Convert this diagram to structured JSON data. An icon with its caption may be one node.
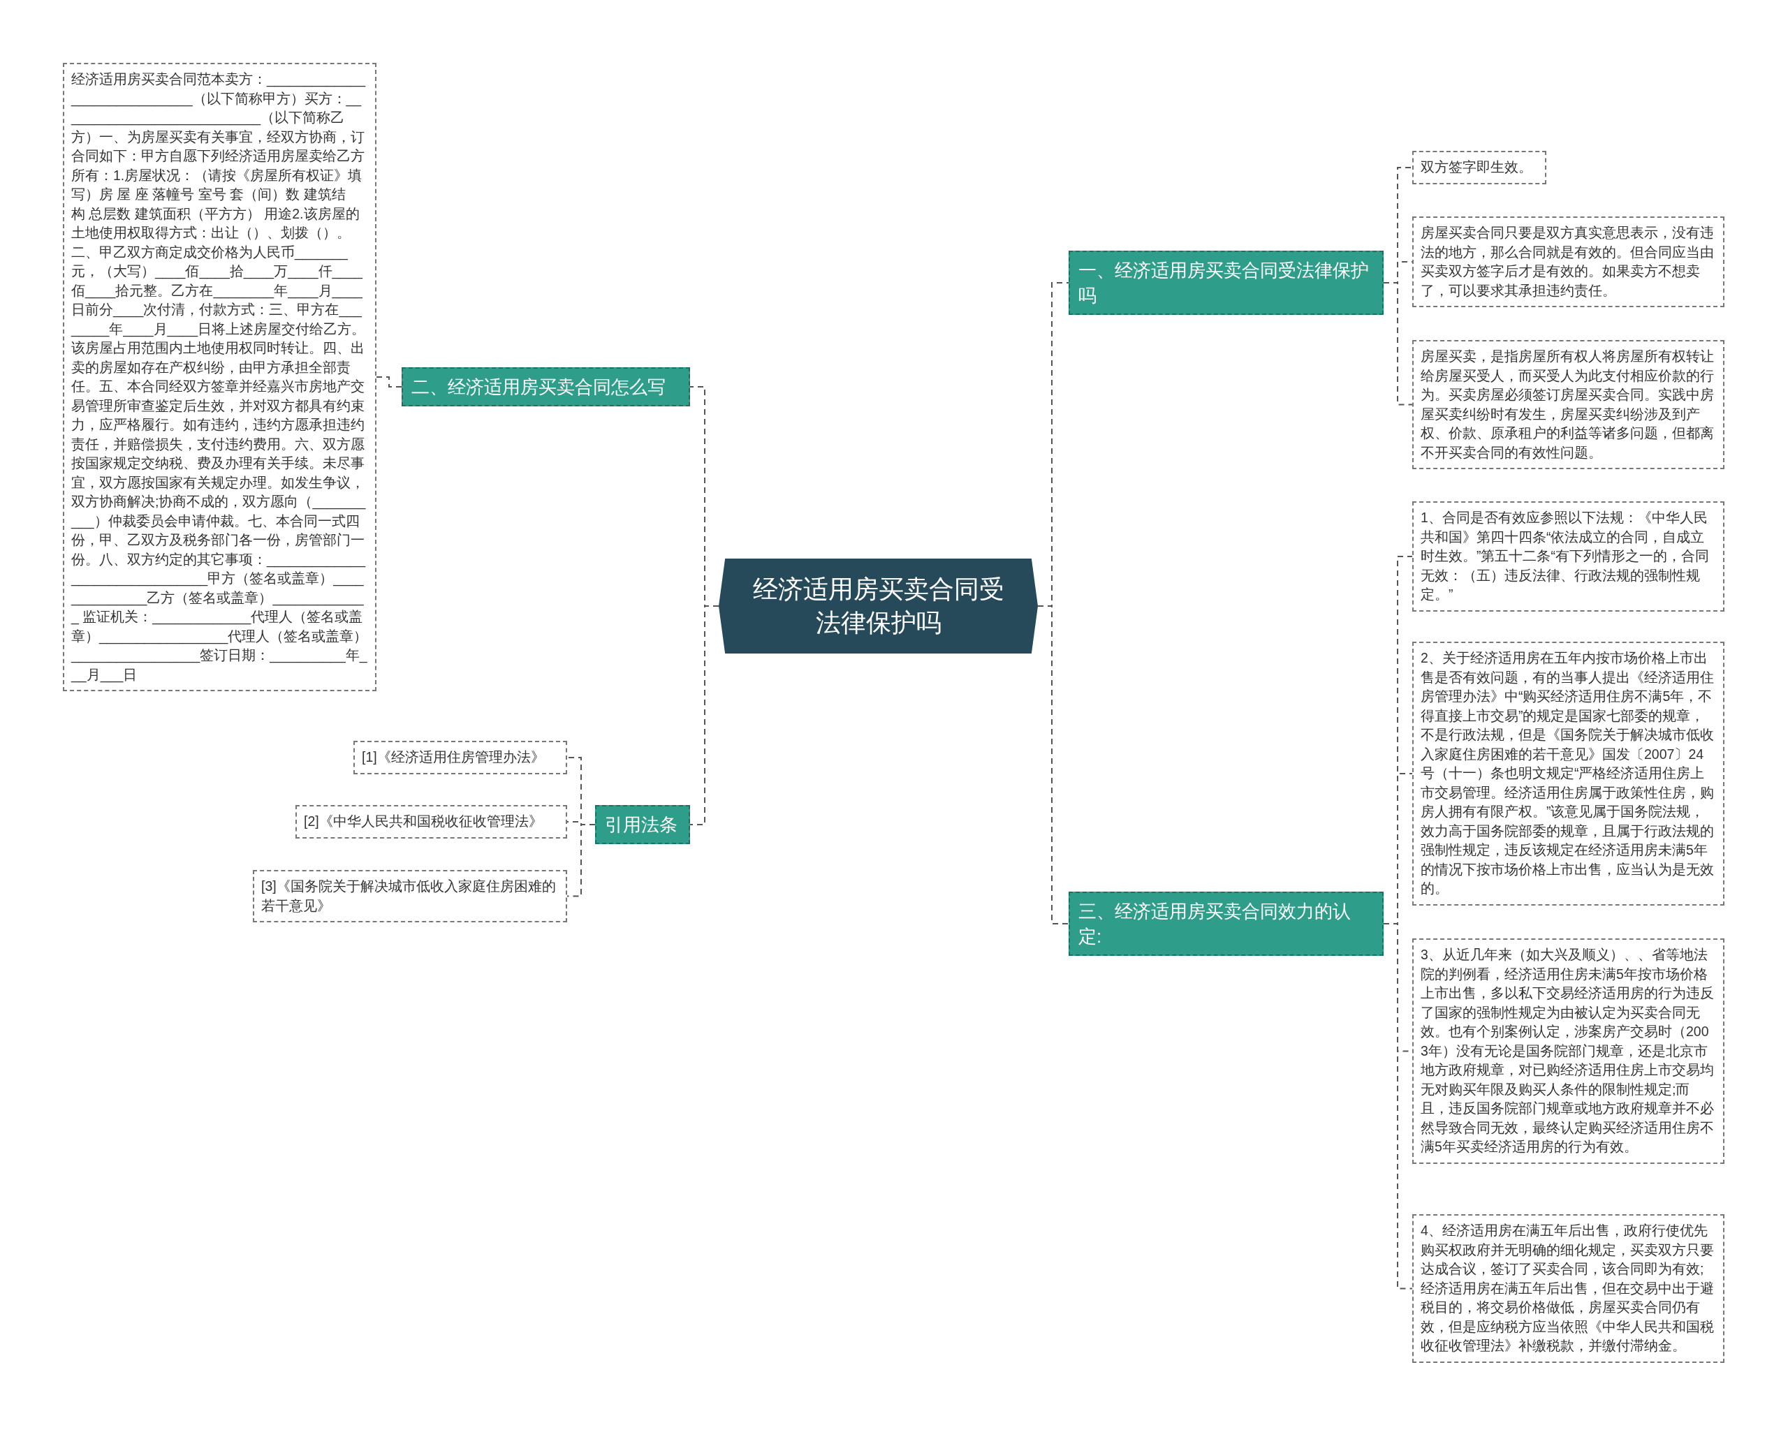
{
  "diagram": {
    "nodes": [
      {
        "text": [
          "经济适用房买卖合同受法律保护吗"
        ]
      },
      {
        "text": [
          "一、经济适用房买卖合同受法律保护吗"
        ]
      },
      {
        "text": [
          "双方签字即生效。"
        ]
      },
      {
        "text": [
          "房屋买卖合同只要是双方真实意思表示，没有违法的地方，那么合同就是有效的。但合同应当由买卖双方签字后才是有效的。如果卖方不想卖了，可以要求其承担违约责任。"
        ]
      },
      {
        "text": [
          "房屋买卖，是指房屋所有权人将房屋所有权转让给房屋买受人，而买受人为此支付相应价款的行为。买卖房屋必须签订房屋买卖合同。实践中房屋买卖纠纷时有发生，房屋买卖纠纷涉及到产权、价款、原承租户的利益等诸多问题，但都离不开买卖合同的有效性问题。"
        ]
      },
      {
        "text": [
          "二、经济适用房买卖合同怎么写"
        ]
      },
      {
        "text": [
          "经济适用房买卖合同范本卖方：_____________________________（以下简称甲方）买方：___________________________（以下简称乙方）一、为房屋买卖有关事宜，经双方协商，订合同如下：甲方自愿下列经济适用房屋卖给乙方所有：1.房屋状况：（请按《房屋所有权证》填写）房 屋 座 落幢号 室号 套（间）数 建筑结构 总层数 建筑面积（平方方） 用途2.该房屋的土地使用权取得方式：出让（）、划拨（）。二、甲乙双方商定成交价格为人民币_______元，（大写）____佰____拾____万____仟____佰____拾元整。乙方在________年____月____日前分____次付清，付款方式：三、甲方在________年____月____日将上述房屋交付给乙方。该房屋占用范围内土地使用权同时转让。四、出卖的房屋如存在产权纠纷，由甲方承担全部责任。五、本合同经双方签章并经嘉兴市房地产交易管理所审查鉴定后生效，并对双方都具有约束力，应严格履行。如有违约，违约方愿承担违约责任，并赔偿损失，支付违约费用。六、双方愿按国家规定交纳税、费及办理有关手续。未尽事宜，双方愿按国家有关规定办理。如发生争议，双方协商解决;协商不成的，双方愿向（__________）仲裁委员会申请仲裁。七、本合同一式四份，甲、乙双方及税务部门各一份，房管部门一份。八、双方约定的其它事项：_______________________________甲方（签名或盖章）______________乙方（签名或盖章）_____________ 监证机关：_____________代理人（签名或盖章）_________________代理人（签名或盖章）_________________签订日期：__________年___月___日"
        ]
      },
      {
        "text": [
          "三、经济适用房买卖合同效力的认定:"
        ]
      },
      {
        "text": [
          "1、合同是否有效应参照以下法规：《中华人民共和国》第四十四条“依法成立的合同，自成立时生效。”第五十二条“有下列情形之一的，合同无效：（五）违反法律、行政法规的强制性规定。”"
        ]
      },
      {
        "text": [
          "2、关于经济适用房在五年内按市场价格上市出售是否有效问题，有的当事人提出《经济适用住房管理办法》中“购买经济适用住房不满5年，不得直接上市交易”的规定是国家七部委的规章，不是行政法规，但是《国务院关于解决城市低收入家庭住房困难的若干意见》国发〔2007〕24号（十一）条也明文规定“严格经济适用住房上市交易管理。经济适用住房属于政策性住房，购房人拥有有限产权。”该意见属于国务院法规，效力高于国务院部委的规章，且属于行政法规的强制性规定，违反该规定在经济适用房未满5年的情况下按市场价格上市出售，应当认为是无效的。"
        ]
      },
      {
        "text": [
          "3、从近几年来（如大兴及顺义）、、省等地法院的判例看，经济适用住房未满5年按市场价格上市出售，多以私下交易经济适用房的行为违反了国家的强制性规定为由被认定为买卖合同无效。也有个别案例认定，涉案房产交易时（2003年）没有无论是国务院部门规章，还是北京市地方政府规章，对已购经济适用住房上市交易均无对购买年限及购买人条件的限制性规定;而且，违反国务院部门规章或地方政府规章并不必然导致合同无效，最终认定购买经济适用住房不满5年买卖经济适用房的行为有效。"
        ]
      },
      {
        "text": [
          "4、经济适用房在满五年后出售，政府行使优先购买权政府并无明确的细化规定，买卖双方只要达成合议，签订了买卖合同，该合同即为有效;经济适用房在满五年后出售，但在交易中出于避税目的，将交易价格做低，房屋买卖合同仍有效，但是应纳税方应当依照《中华人民共和国税收征收管理法》补缴税款，并缴付滞纳金。"
        ]
      },
      {
        "text": [
          "引用法条"
        ]
      },
      {
        "text": [
          "[1]《经济适用住房管理办法》"
        ]
      },
      {
        "text": [
          "[2]《中华人民共和国税收征收管理法》"
        ]
      },
      {
        "text": [
          "[3]《国务院关于解决城市低收入家庭住房困难的若干意见》"
        ]
      }
    ],
    "edges": [
      {
        "from": 0,
        "to": 1,
        "arrow": "none",
        "style": "dashed"
      },
      {
        "from": 1,
        "to": 2,
        "arrow": "none",
        "style": "dashed"
      },
      {
        "from": 1,
        "to": 3,
        "arrow": "none",
        "style": "dashed"
      },
      {
        "from": 1,
        "to": 4,
        "arrow": "none",
        "style": "dashed"
      },
      {
        "from": 0,
        "to": 5,
        "arrow": "none",
        "style": "dashed"
      },
      {
        "from": 5,
        "to": 6,
        "arrow": "none",
        "style": "dashed"
      },
      {
        "from": 0,
        "to": 7,
        "arrow": "none",
        "style": "dashed"
      },
      {
        "from": 7,
        "to": 8,
        "arrow": "none",
        "style": "dashed"
      },
      {
        "from": 7,
        "to": 9,
        "arrow": "none",
        "style": "dashed"
      },
      {
        "from": 7,
        "to": 10,
        "arrow": "none",
        "style": "dashed"
      },
      {
        "from": 7,
        "to": 11,
        "arrow": "none",
        "style": "dashed"
      },
      {
        "from": 0,
        "to": 12,
        "arrow": "none",
        "style": "dashed"
      },
      {
        "from": 12,
        "to": 13,
        "arrow": "none",
        "style": "dashed"
      },
      {
        "from": 12,
        "to": 14,
        "arrow": "none",
        "style": "dashed"
      },
      {
        "from": 12,
        "to": 15,
        "arrow": "none",
        "style": "dashed"
      }
    ]
  }
}
